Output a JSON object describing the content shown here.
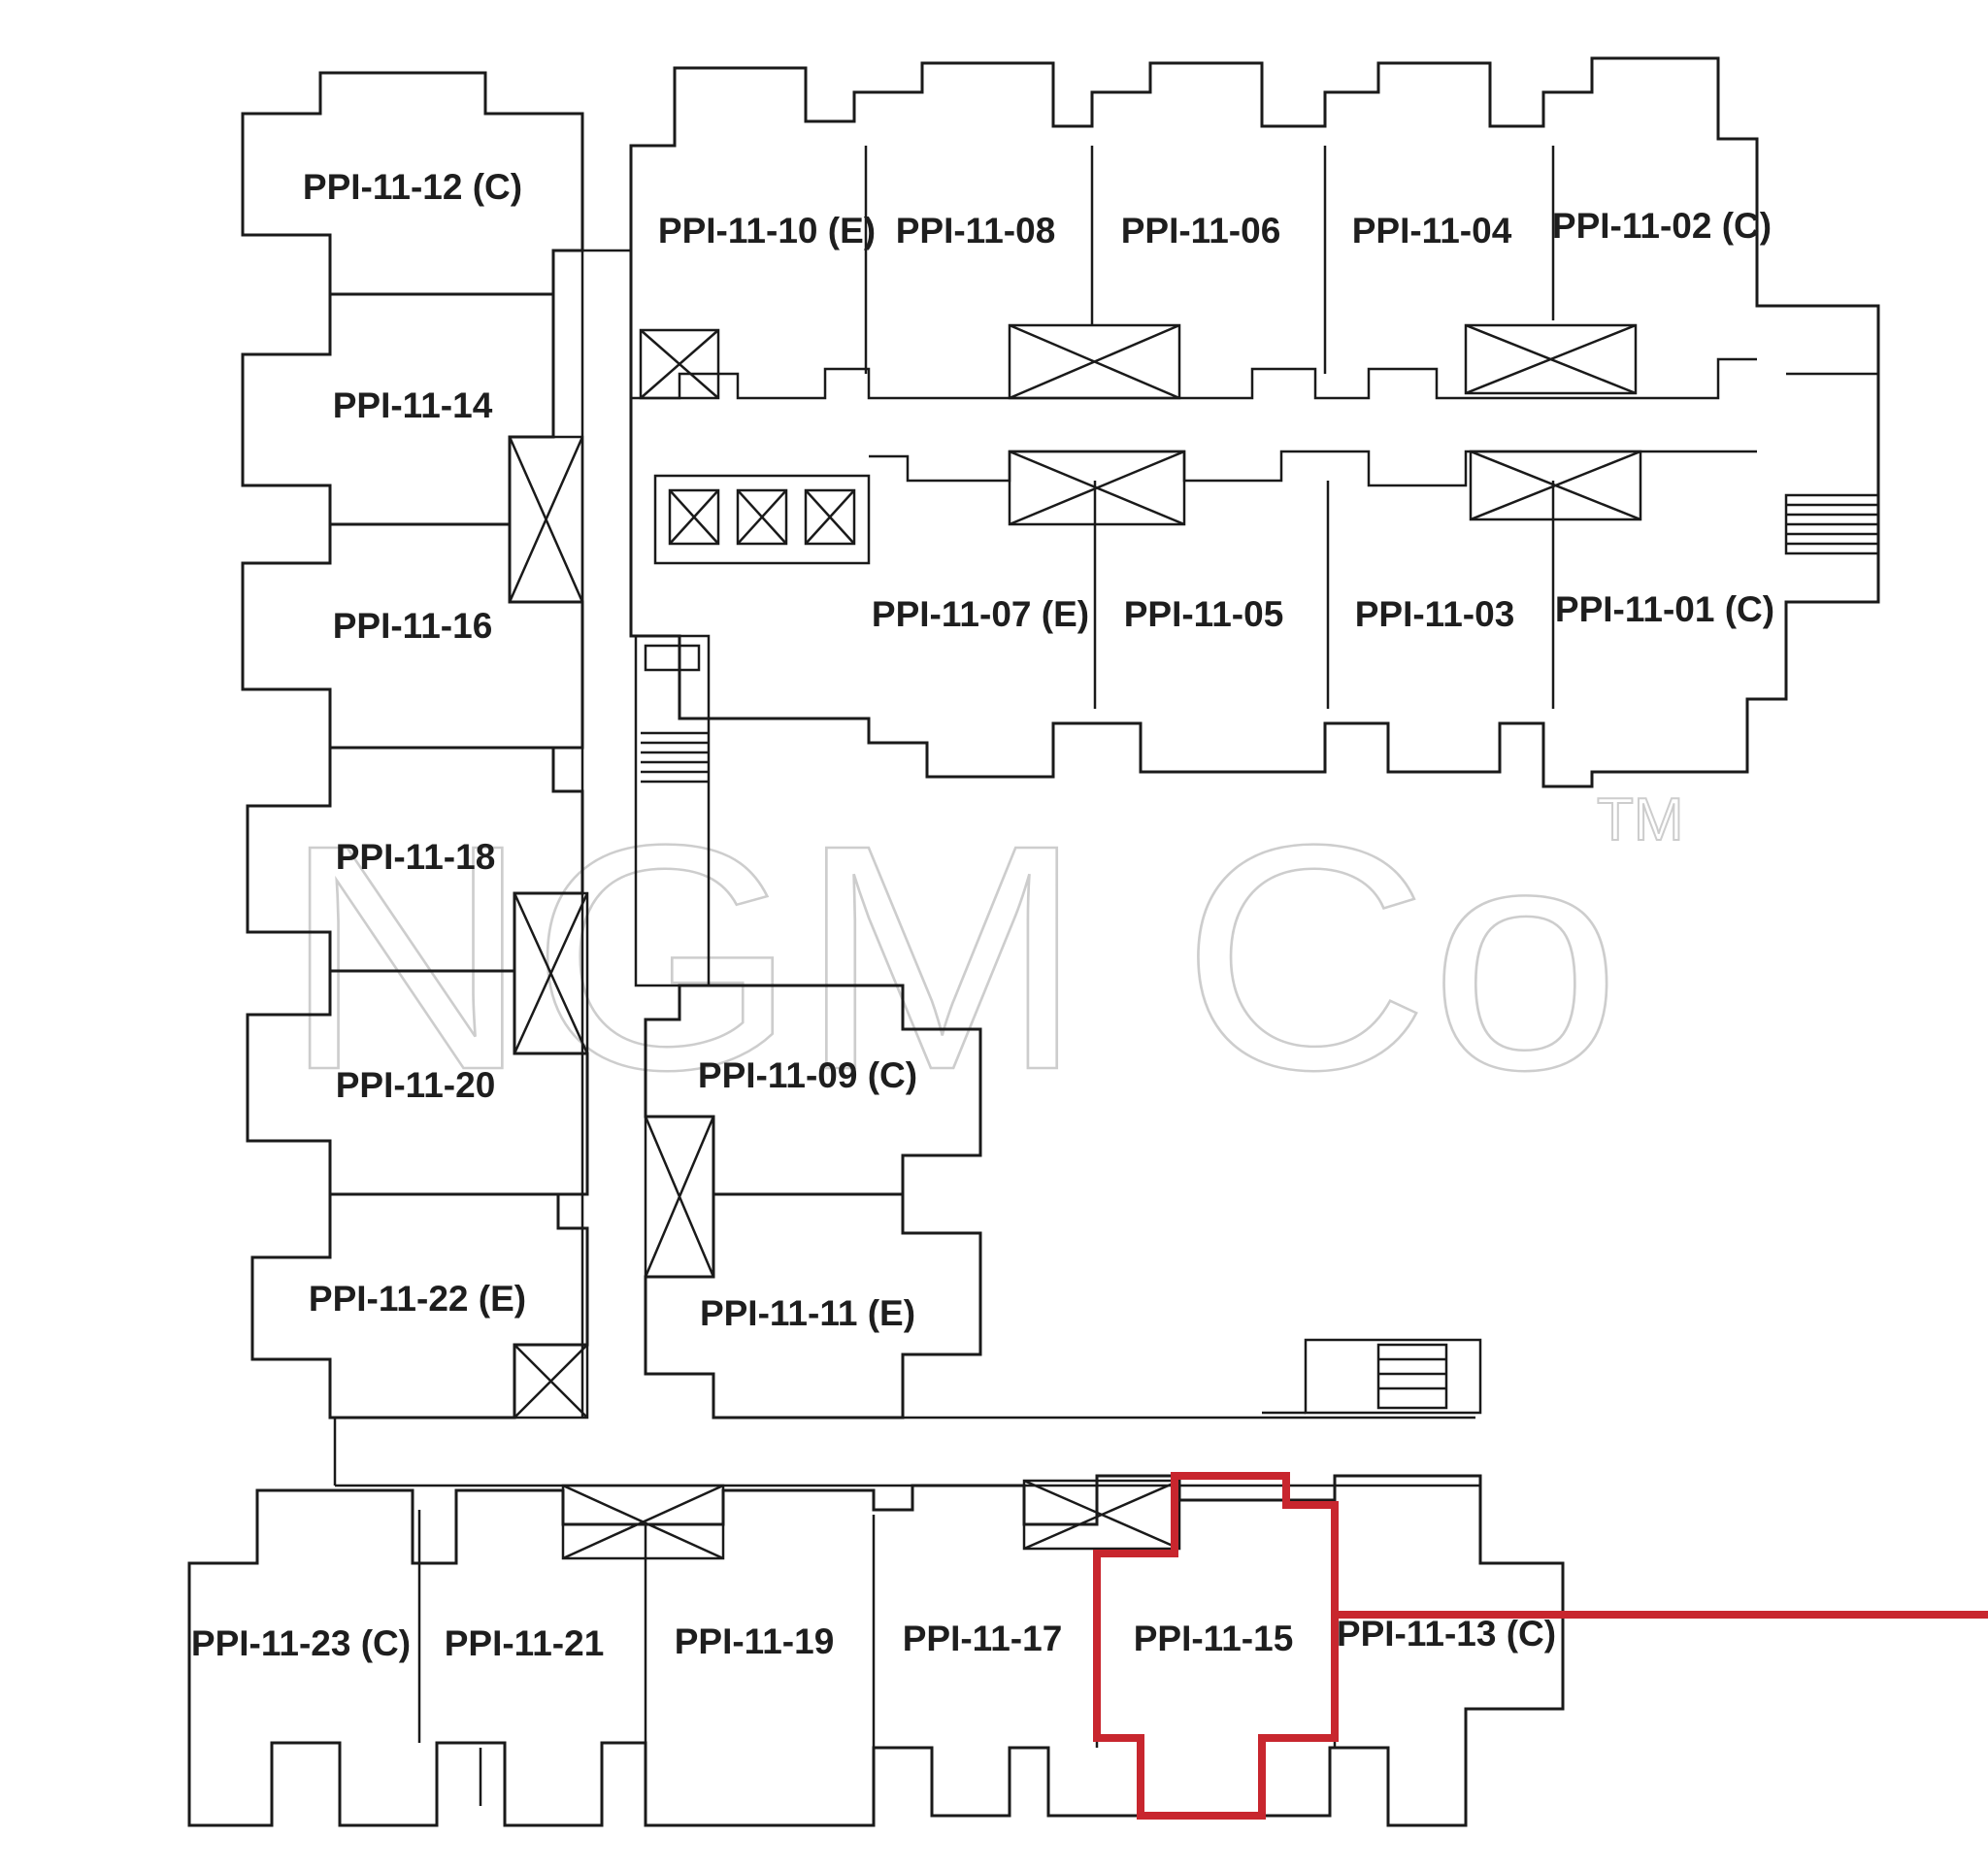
{
  "units": [
    {
      "id": "u12",
      "label": "PPI-11-12 (C)"
    },
    {
      "id": "u10",
      "label": "PPI-11-10 (E)"
    },
    {
      "id": "u08",
      "label": "PPI-11-08"
    },
    {
      "id": "u06",
      "label": "PPI-11-06"
    },
    {
      "id": "u04",
      "label": "PPI-11-04"
    },
    {
      "id": "u02",
      "label": "PPI-11-02 (C)"
    },
    {
      "id": "u14",
      "label": "PPI-11-14"
    },
    {
      "id": "u16",
      "label": "PPI-11-16"
    },
    {
      "id": "u07",
      "label": "PPI-11-07 (E)"
    },
    {
      "id": "u05",
      "label": "PPI-11-05"
    },
    {
      "id": "u03",
      "label": "PPI-11-03"
    },
    {
      "id": "u01",
      "label": "PPI-11-01 (C)"
    },
    {
      "id": "u18",
      "label": "PPI-11-18"
    },
    {
      "id": "u20",
      "label": "PPI-11-20"
    },
    {
      "id": "u09",
      "label": "PPI-11-09 (C)"
    },
    {
      "id": "u22",
      "label": "PPI-11-22 (E)"
    },
    {
      "id": "u11",
      "label": "PPI-11-11 (E)"
    },
    {
      "id": "u23",
      "label": "PPI-11-23 (C)"
    },
    {
      "id": "u21",
      "label": "PPI-11-21"
    },
    {
      "id": "u19",
      "label": "PPI-11-19"
    },
    {
      "id": "u17",
      "label": "PPI-11-17"
    },
    {
      "id": "u15",
      "label": "PPI-11-15"
    },
    {
      "id": "u13",
      "label": "PPI-11-13 (C)"
    }
  ],
  "highlighted_unit": "PPI-11-15",
  "watermark": {
    "text": "NGM Co",
    "mark": "TM"
  },
  "colors": {
    "line": "#1a1a1a",
    "highlight": "#c8262e",
    "watermark": "#bdbdbd"
  }
}
